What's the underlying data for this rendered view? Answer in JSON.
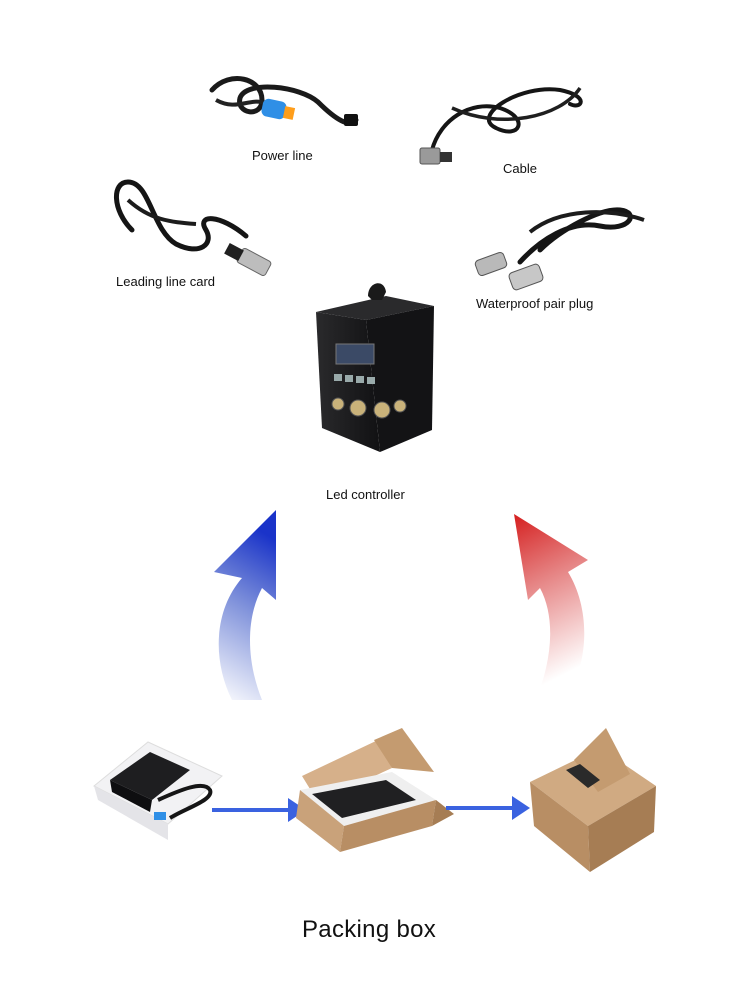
{
  "items": {
    "power_line": "Power line",
    "cable": "Cable",
    "leading_line_card": "Leading line card",
    "waterproof_pair_plug": "Waterproof pair plug",
    "led_controller": "Led controller"
  },
  "packing": {
    "title": "Packing box"
  },
  "colors": {
    "arrow_left": "#1f3fbf",
    "arrow_right": "#d11f1f",
    "flow_arrow": "#3a62e0",
    "cardboard": "#c9a27a",
    "foam": "#f1f1f3",
    "device": "#1c1c1e"
  }
}
